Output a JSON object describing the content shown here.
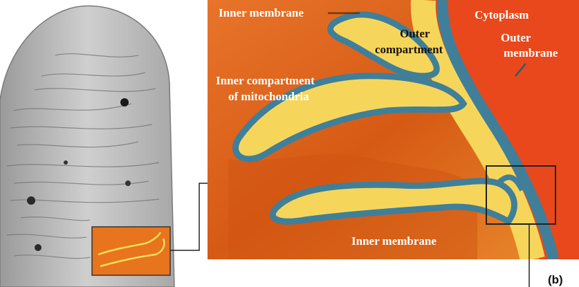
{
  "diagram": {
    "panel_label": "(b)",
    "labels": {
      "inner_membrane_top": "Inner membrane",
      "cytoplasm": "Cytoplasm",
      "outer_compartment": [
        "Outer",
        "compartment"
      ],
      "outer_membrane": [
        "Outer",
        "membrane"
      ],
      "inner_compartment": [
        "Inner compartment",
        "of mitochondria"
      ],
      "inner_membrane_bottom": "Inner membrane"
    }
  },
  "colors": {
    "matrix_orange": "#e0641a",
    "matrix_deep": "#c44a10",
    "cytoplasm_red": "#e8481c",
    "intermembrane_yellow": "#f6d65a",
    "membrane_blue": "#3f7f9a",
    "mito_gray": "#bdbdbd",
    "callout_line": "#222222"
  }
}
